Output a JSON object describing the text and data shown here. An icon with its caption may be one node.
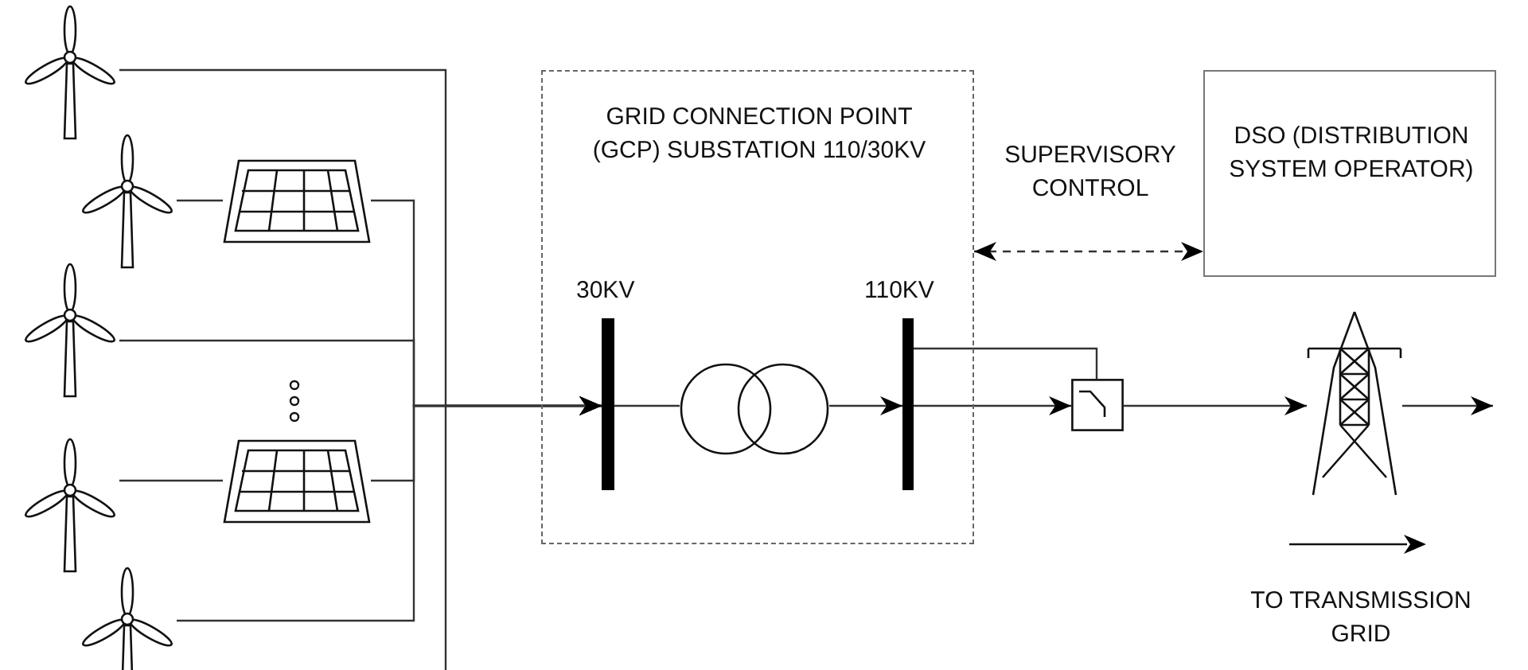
{
  "diagram": {
    "nodes": [
      {
        "text": [],
        "shape": "picture"
      },
      {
        "text": [],
        "shape": "picture"
      },
      {
        "text": [],
        "shape": "picture"
      },
      {
        "text": [],
        "shape": "picture"
      },
      {
        "text": [],
        "shape": "picture"
      },
      {
        "text": [],
        "shape": "picture"
      },
      {
        "text": [],
        "shape": "picture"
      },
      {
        "text": [
          "GRID CONNECTION POINT (GCP) SUBSTATION 110/30KV"
        ]
      },
      {
        "text": [],
        "shape": "bar",
        "in": 7,
        "beside": [
          "30KV"
        ]
      },
      {
        "text": [],
        "shape": "circle",
        "in": 7
      },
      {
        "text": [],
        "shape": "bar",
        "in": 7,
        "beside": [
          "110KV"
        ]
      },
      {
        "text": [],
        "shape": "box"
      },
      {
        "text": [
          "DSO (DISTRIBUTION SYSTEM OPERATOR)"
        ]
      },
      {
        "text": [],
        "shape": "picture"
      }
    ],
    "edges": [
      {
        "from": 0,
        "to": 8,
        "arrow": "to"
      },
      {
        "from": 1,
        "to": 2,
        "arrow": "none"
      },
      {
        "from": 2,
        "to": 8,
        "arrow": "to"
      },
      {
        "from": 3,
        "to": 8,
        "arrow": "to"
      },
      {
        "from": 5,
        "to": 4,
        "arrow": "none"
      },
      {
        "from": 4,
        "to": 8,
        "arrow": "to"
      },
      {
        "from": 6,
        "to": 8,
        "arrow": "to"
      },
      {
        "from": 8,
        "to": 9,
        "arrow": "none"
      },
      {
        "from": 9,
        "to": 10,
        "arrow": "to"
      },
      {
        "from": 10,
        "to": 11,
        "arrow": "to"
      },
      {
        "from": 10,
        "to": 11,
        "arrow": "none"
      },
      {
        "from": 11,
        "to": 13,
        "arrow": "to"
      },
      {
        "from": 13,
        "to": null,
        "arrow": "to"
      },
      {
        "from": 7,
        "to": 12,
        "arrow": "both",
        "style": "dashed",
        "label": "SUPERVISORY CONTROL"
      }
    ],
    "labels": [
      "TO TRANSMISSION GRID"
    ]
  }
}
